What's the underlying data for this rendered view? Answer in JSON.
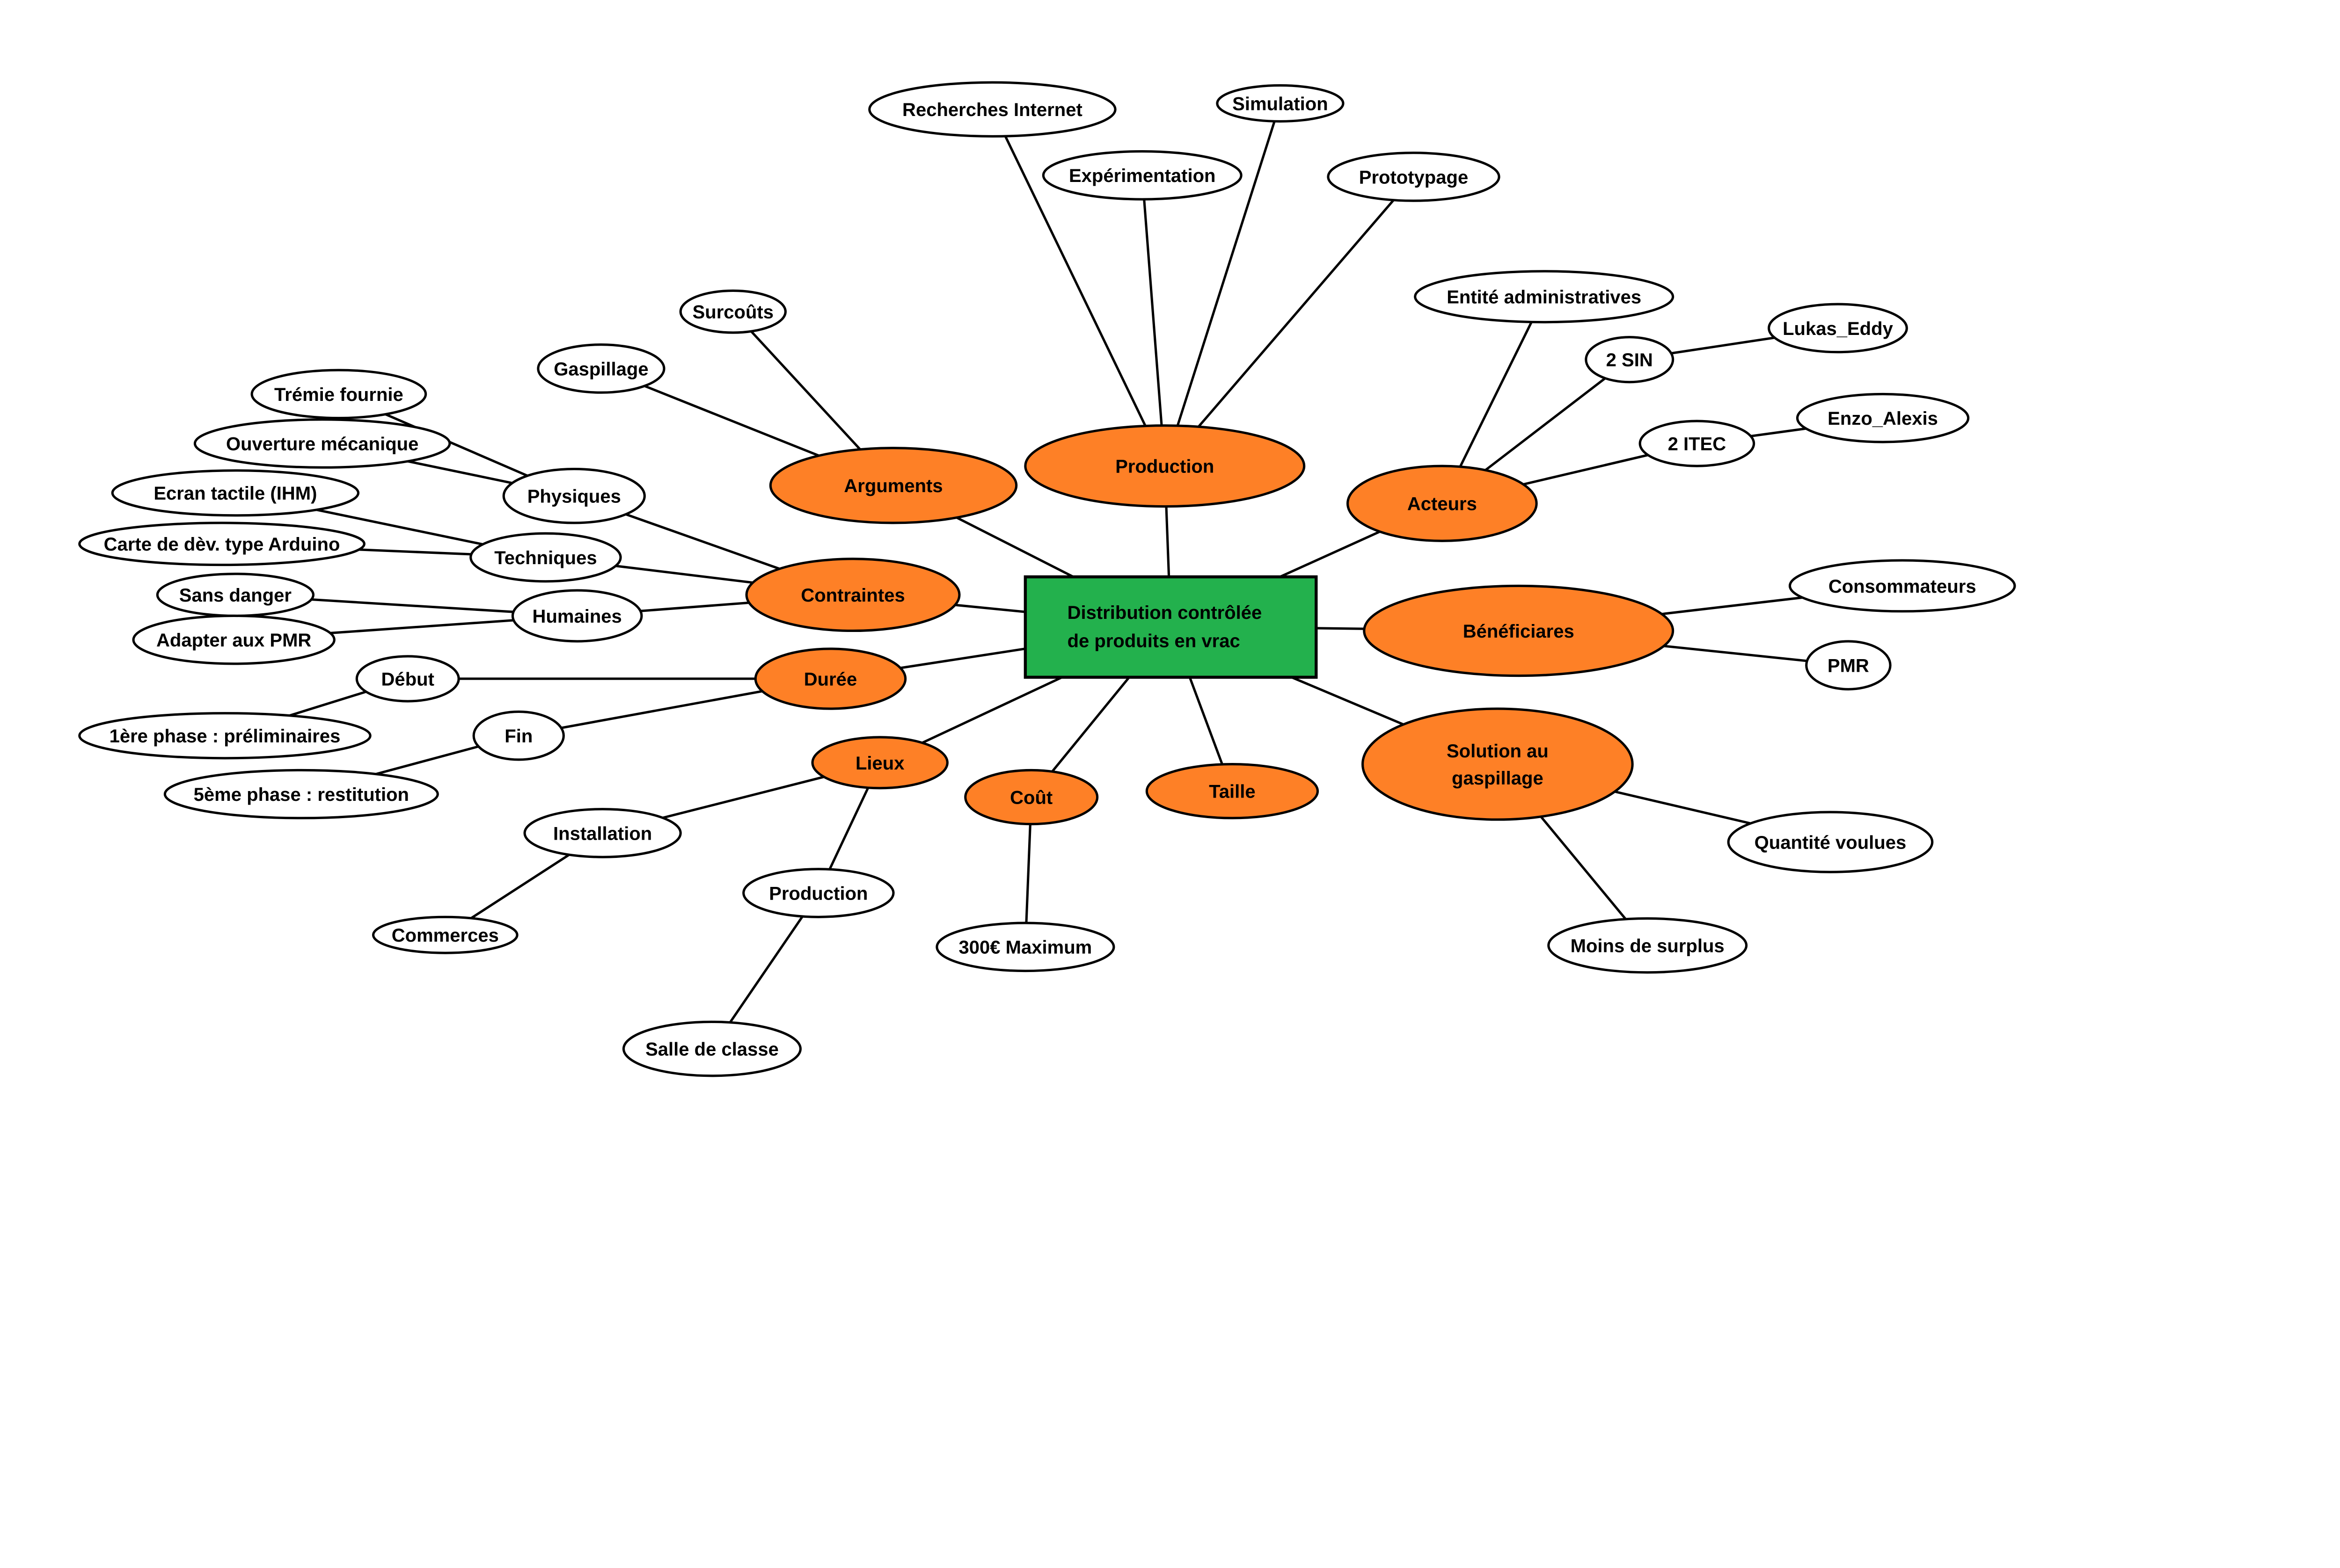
{
  "title": "Distribution contrôlée de produits en vrac",
  "colors": {
    "center": "#23b14d",
    "primary": "#fe8026",
    "secondary": "#ffffff",
    "stroke": "#000000"
  },
  "center": {
    "id": "center",
    "lines": [
      "Distribution contrôlée",
      "de produits en vrac"
    ]
  },
  "nodes": [
    {
      "id": "arguments",
      "label": "Arguments",
      "level": "primary"
    },
    {
      "id": "production",
      "label": "Production",
      "level": "primary"
    },
    {
      "id": "acteurs",
      "label": "Acteurs",
      "level": "primary"
    },
    {
      "id": "contraintes",
      "label": "Contraintes",
      "level": "primary"
    },
    {
      "id": "beneficiares",
      "label": "Bénéficiares",
      "level": "primary"
    },
    {
      "id": "duree",
      "label": "Durée",
      "level": "primary"
    },
    {
      "id": "lieux",
      "label": "Lieux",
      "level": "primary"
    },
    {
      "id": "cout",
      "label": "Coût",
      "level": "primary"
    },
    {
      "id": "taille",
      "label": "Taille",
      "level": "primary"
    },
    {
      "id": "solution",
      "label": "Solution au gaspillage",
      "lines": [
        "Solution au",
        "gaspillage"
      ],
      "level": "primary"
    },
    {
      "id": "recherches",
      "label": "Recherches Internet",
      "level": "secondary"
    },
    {
      "id": "simulation",
      "label": "Simulation",
      "level": "secondary"
    },
    {
      "id": "experimentation",
      "label": "Expérimentation",
      "level": "secondary"
    },
    {
      "id": "prototypage",
      "label": "Prototypage",
      "level": "secondary"
    },
    {
      "id": "surcouts",
      "label": "Surcoûts",
      "level": "secondary"
    },
    {
      "id": "gaspillage",
      "label": "Gaspillage",
      "level": "secondary"
    },
    {
      "id": "tremie",
      "label": "Trémie fournie",
      "level": "secondary"
    },
    {
      "id": "ouverture",
      "label": "Ouverture mécanique",
      "level": "secondary"
    },
    {
      "id": "physiques",
      "label": "Physiques",
      "level": "secondary"
    },
    {
      "id": "ecran",
      "label": "Ecran tactile (IHM)",
      "level": "secondary"
    },
    {
      "id": "techniques",
      "label": "Techniques",
      "level": "secondary"
    },
    {
      "id": "carte",
      "label": "Carte de dèv. type Arduino",
      "level": "secondary"
    },
    {
      "id": "sansdanger",
      "label": "Sans danger",
      "level": "secondary"
    },
    {
      "id": "humaines",
      "label": "Humaines",
      "level": "secondary"
    },
    {
      "id": "adapter",
      "label": "Adapter aux PMR",
      "level": "secondary"
    },
    {
      "id": "debut",
      "label": "Début",
      "level": "secondary"
    },
    {
      "id": "phase1",
      "label": "1ère phase : préliminaires",
      "level": "secondary"
    },
    {
      "id": "fin",
      "label": "Fin",
      "level": "secondary"
    },
    {
      "id": "phase5",
      "label": "5ème phase : restitution",
      "level": "secondary"
    },
    {
      "id": "installation",
      "label": "Installation",
      "level": "secondary"
    },
    {
      "id": "commerces",
      "label": "Commerces",
      "level": "secondary"
    },
    {
      "id": "production2",
      "label": "Production",
      "level": "secondary"
    },
    {
      "id": "salle",
      "label": "Salle de classe",
      "level": "secondary"
    },
    {
      "id": "max300",
      "label": "300€ Maximum",
      "level": "secondary"
    },
    {
      "id": "entite",
      "label": "Entité administratives",
      "level": "secondary"
    },
    {
      "id": "sin",
      "label": "2 SIN",
      "level": "secondary"
    },
    {
      "id": "lukas",
      "label": "Lukas_Eddy",
      "level": "secondary"
    },
    {
      "id": "itec",
      "label": "2 ITEC",
      "level": "secondary"
    },
    {
      "id": "enzo",
      "label": "Enzo_Alexis",
      "level": "secondary"
    },
    {
      "id": "consommateurs",
      "label": "Consommateurs",
      "level": "secondary"
    },
    {
      "id": "pmr",
      "label": "PMR",
      "level": "secondary"
    },
    {
      "id": "quantite",
      "label": "Quantité voulues",
      "level": "secondary"
    },
    {
      "id": "moins",
      "label": "Moins de surplus",
      "level": "secondary"
    }
  ],
  "edges": [
    [
      "production",
      "center"
    ],
    [
      "arguments",
      "center"
    ],
    [
      "contraintes",
      "center"
    ],
    [
      "duree",
      "center"
    ],
    [
      "lieux",
      "center"
    ],
    [
      "cout",
      "center"
    ],
    [
      "taille",
      "center"
    ],
    [
      "acteurs",
      "center"
    ],
    [
      "beneficiares",
      "center"
    ],
    [
      "solution",
      "center"
    ],
    [
      "recherches",
      "production"
    ],
    [
      "experimentation",
      "production"
    ],
    [
      "simulation",
      "production"
    ],
    [
      "prototypage",
      "production"
    ],
    [
      "surcouts",
      "arguments"
    ],
    [
      "gaspillage",
      "arguments"
    ],
    [
      "tremie",
      "physiques"
    ],
    [
      "ouverture",
      "physiques"
    ],
    [
      "physiques",
      "contraintes"
    ],
    [
      "ecran",
      "techniques"
    ],
    [
      "carte",
      "techniques"
    ],
    [
      "techniques",
      "contraintes"
    ],
    [
      "sansdanger",
      "humaines"
    ],
    [
      "adapter",
      "humaines"
    ],
    [
      "humaines",
      "contraintes"
    ],
    [
      "debut",
      "duree"
    ],
    [
      "phase1",
      "debut"
    ],
    [
      "fin",
      "duree"
    ],
    [
      "phase5",
      "fin"
    ],
    [
      "installation",
      "lieux"
    ],
    [
      "commerces",
      "installation"
    ],
    [
      "production2",
      "lieux"
    ],
    [
      "salle",
      "production2"
    ],
    [
      "max300",
      "cout"
    ],
    [
      "entite",
      "acteurs"
    ],
    [
      "sin",
      "acteurs"
    ],
    [
      "lukas",
      "sin"
    ],
    [
      "itec",
      "acteurs"
    ],
    [
      "enzo",
      "itec"
    ],
    [
      "consommateurs",
      "beneficiares"
    ],
    [
      "pmr",
      "beneficiares"
    ],
    [
      "quantite",
      "solution"
    ],
    [
      "moins",
      "solution"
    ]
  ]
}
